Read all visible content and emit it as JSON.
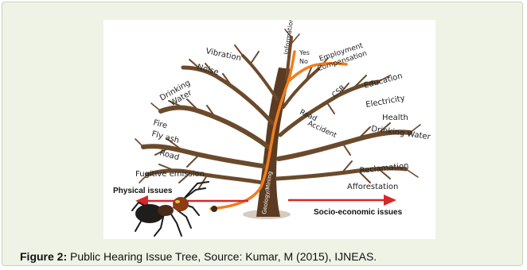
{
  "figure": {
    "labels": {
      "vibration": "Vibration",
      "noise": "Noise",
      "drinking_water_left": "Drinking\nWater",
      "fire": "Fire",
      "fly_ash": "Fly ash",
      "road_left": "Road",
      "fugitive_emission": "Fugitive emission",
      "information": "Information",
      "yes": "Yes",
      "no": "No",
      "employment_compensation": "Employment\nCompensation",
      "csr": "CSR",
      "road_right": "Road",
      "accident": "Accident",
      "education": "Education",
      "electricity": "Electricity",
      "health": "Health",
      "drinking_water_right": "Drinking Water",
      "reclamation": "Reclamation",
      "afforestation": "Afforestation",
      "physical_issues": "Physical issues",
      "socio_economic_issues": "Socio-economic issues",
      "trunk_text": "Geology/Mining"
    },
    "colors": {
      "branch": "#6b4a2b",
      "path": "#f07d1e",
      "arrow": "#d9262a",
      "label": "#222222"
    }
  },
  "caption": {
    "label": "Figure 2:",
    "text": " Public Hearing Issue Tree, Source: Kumar, M (2015), IJNEAS."
  }
}
